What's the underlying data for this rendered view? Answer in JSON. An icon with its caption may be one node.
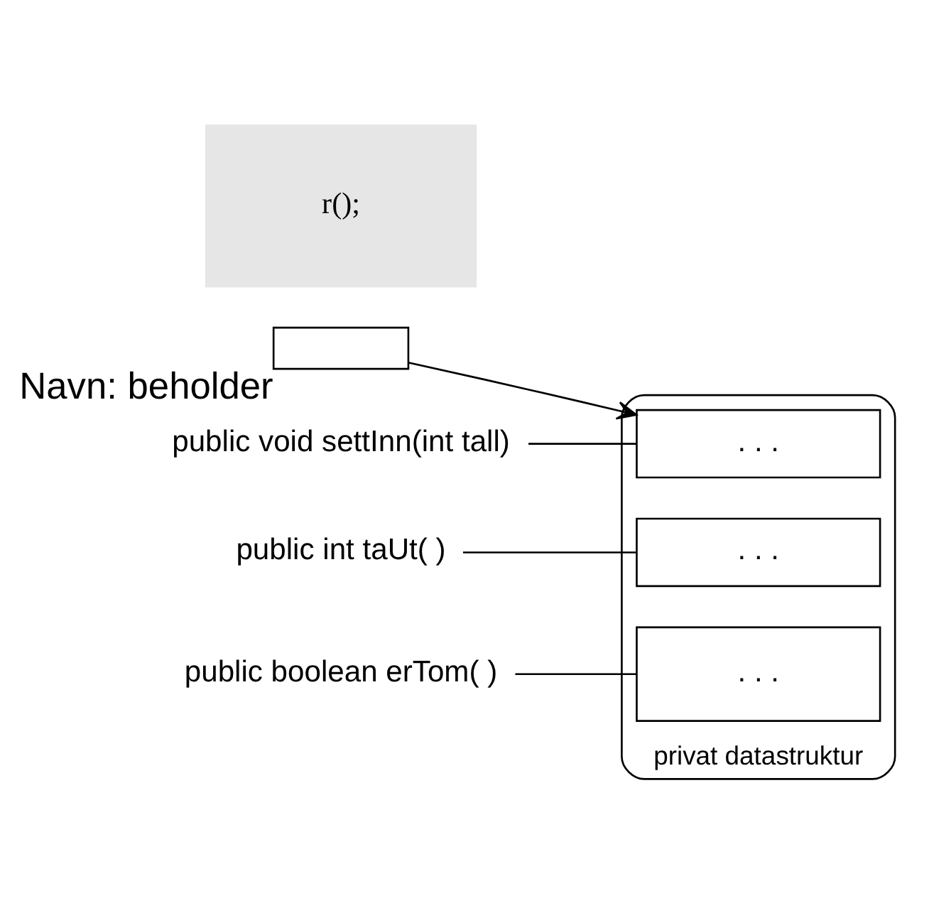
{
  "diagram": {
    "nodes": [
      {
        "text": [],
        "shape": "box",
        "beside": [
          "Navn: beholder"
        ]
      },
      {
        "text": [
          "privat datastruktur"
        ]
      },
      {
        "text": [
          ". . ."
        ],
        "in": 1
      },
      {
        "text": [
          ". . ."
        ],
        "in": 1
      },
      {
        "text": [
          ". . ."
        ],
        "in": 1
      },
      {
        "text": [
          "public void settInn(int tall)"
        ]
      },
      {
        "text": [
          "public int taUt( )"
        ]
      },
      {
        "text": [
          "public boolean erTom( )"
        ]
      },
      {
        "text": [
          "r();"
        ]
      }
    ],
    "edges": [
      {
        "from": 0,
        "to": 2,
        "arrow": "to"
      },
      {
        "from": 5,
        "to": 2,
        "arrow": "none"
      },
      {
        "from": 6,
        "to": 3,
        "arrow": "none"
      },
      {
        "from": 7,
        "to": 4,
        "arrow": "none"
      }
    ]
  }
}
